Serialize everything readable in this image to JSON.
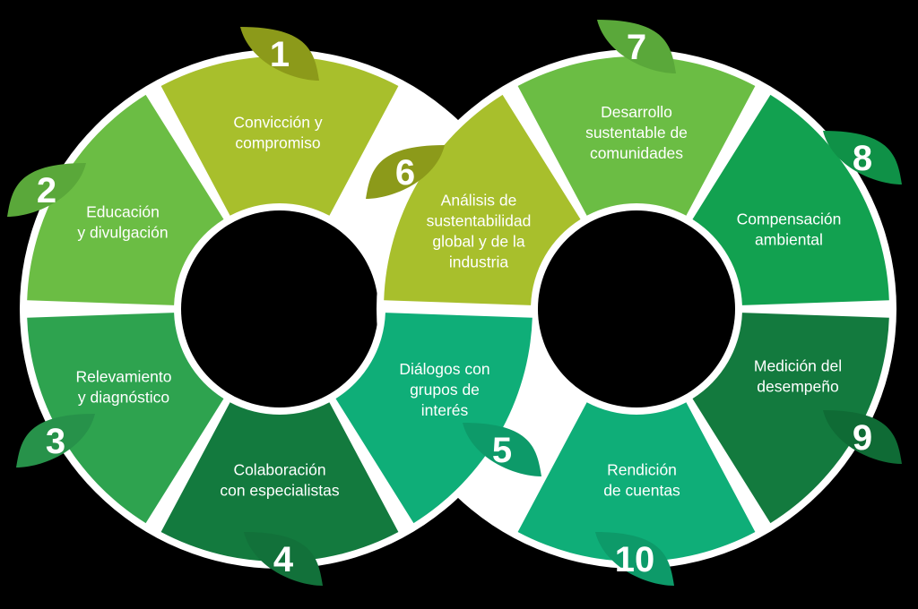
{
  "diagram": {
    "background_color": "#000000",
    "steps": [
      {
        "number": "1",
        "label": "Convicción y compromiso",
        "lines": [
          "Convicción y",
          "compromiso"
        ],
        "fill": "#a8bf2c",
        "leaf_color": "#8c9a1a"
      },
      {
        "number": "2",
        "label": "Educación y divulgación",
        "lines": [
          "Educación",
          "y divulgación"
        ],
        "fill": "#6bbd44",
        "leaf_color": "#5aa83a"
      },
      {
        "number": "3",
        "label": "Relevamiento y diagnóstico",
        "lines": [
          "Relevamiento",
          "y diagnóstico"
        ],
        "fill": "#2ea34f",
        "leaf_color": "#27924a"
      },
      {
        "number": "4",
        "label": "Colaboración con especialistas",
        "lines": [
          "Colaboración",
          "con especialistas"
        ],
        "fill": "#137a3e",
        "leaf_color": "#12713a"
      },
      {
        "number": "5",
        "label": "Diálogos con grupos de interés",
        "lines": [
          "Diálogos con",
          "grupos de",
          "interés"
        ],
        "fill": "#0fae78",
        "leaf_color": "#0d9a69"
      },
      {
        "number": "6",
        "label": "Análisis de sustentabilidad global y de la industria",
        "lines": [
          "Análisis de",
          "sustentabilidad",
          "global y de la",
          "industria"
        ],
        "fill": "#a8bf2c",
        "leaf_color": "#8c9a1a"
      },
      {
        "number": "7",
        "label": "Desarrollo sustentable de comunidades",
        "lines": [
          "Desarrollo",
          "sustentable de",
          "comunidades"
        ],
        "fill": "#6bbd44",
        "leaf_color": "#5aa83a"
      },
      {
        "number": "8",
        "label": "Compensación ambiental",
        "lines": [
          "Compensación",
          "ambiental"
        ],
        "fill": "#12a150",
        "leaf_color": "#0f9147"
      },
      {
        "number": "9",
        "label": "Medición del desempeño",
        "lines": [
          "Medición del",
          "desempeño"
        ],
        "fill": "#137a3e",
        "leaf_color": "#0f6b35"
      },
      {
        "number": "10",
        "label": "Rendición de cuentas",
        "lines": [
          "Rendición",
          "de cuentas"
        ],
        "fill": "#0fae78",
        "leaf_color": "#0d9a69"
      }
    ]
  }
}
